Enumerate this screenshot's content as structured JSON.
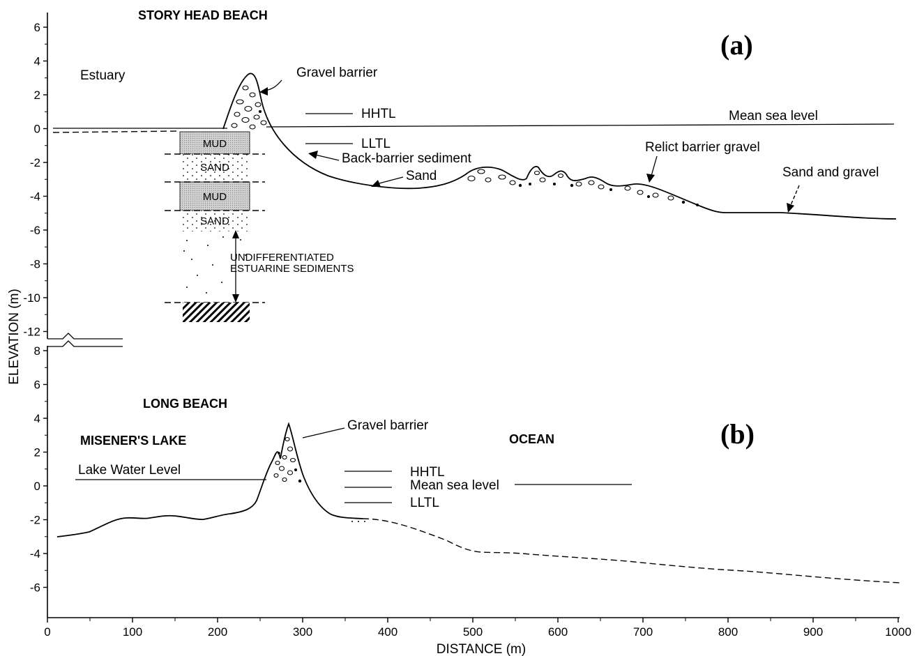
{
  "panel_a": {
    "title": "STORY HEAD BEACH",
    "panel_label": "(a)",
    "labels": {
      "estuary": "Estuary",
      "gravel_barrier": "Gravel barrier",
      "hhtl": "HHTL",
      "lltl": "LLTL",
      "mean_sea_level": "Mean sea level",
      "back_barrier": "Back-barrier sediment",
      "sand": "Sand",
      "relict": "Relict barrier gravel",
      "sand_gravel": "Sand and gravel",
      "undiff_1": "UNDIFFERENTIATED",
      "undiff_2": "ESTUARINE SEDIMENTS"
    },
    "core_layers": [
      "MUD",
      "SAND",
      "MUD",
      "SAND"
    ],
    "y_ticks": [
      "6",
      "4",
      "2",
      "0",
      "-2",
      "-4",
      "-6",
      "-8",
      "-10",
      "-12"
    ]
  },
  "panel_b": {
    "title": "LONG BEACH",
    "panel_label": "(b)",
    "labels": {
      "lake": "MISENER'S LAKE",
      "ocean": "OCEAN",
      "gravel_barrier": "Gravel barrier",
      "lake_level": "Lake Water Level",
      "hhtl": "HHTL",
      "mean_sea_level": "Mean sea level",
      "lltl": "LLTL"
    },
    "y_ticks": [
      "8",
      "6",
      "4",
      "2",
      "0",
      "-2",
      "-4",
      "-6"
    ]
  },
  "axes": {
    "ylabel": "ELEVATION (m)",
    "xlabel": "DISTANCE (m)",
    "x_ticks": [
      "0",
      "100",
      "200",
      "300",
      "400",
      "500",
      "600",
      "700",
      "800",
      "900",
      "1000"
    ]
  }
}
